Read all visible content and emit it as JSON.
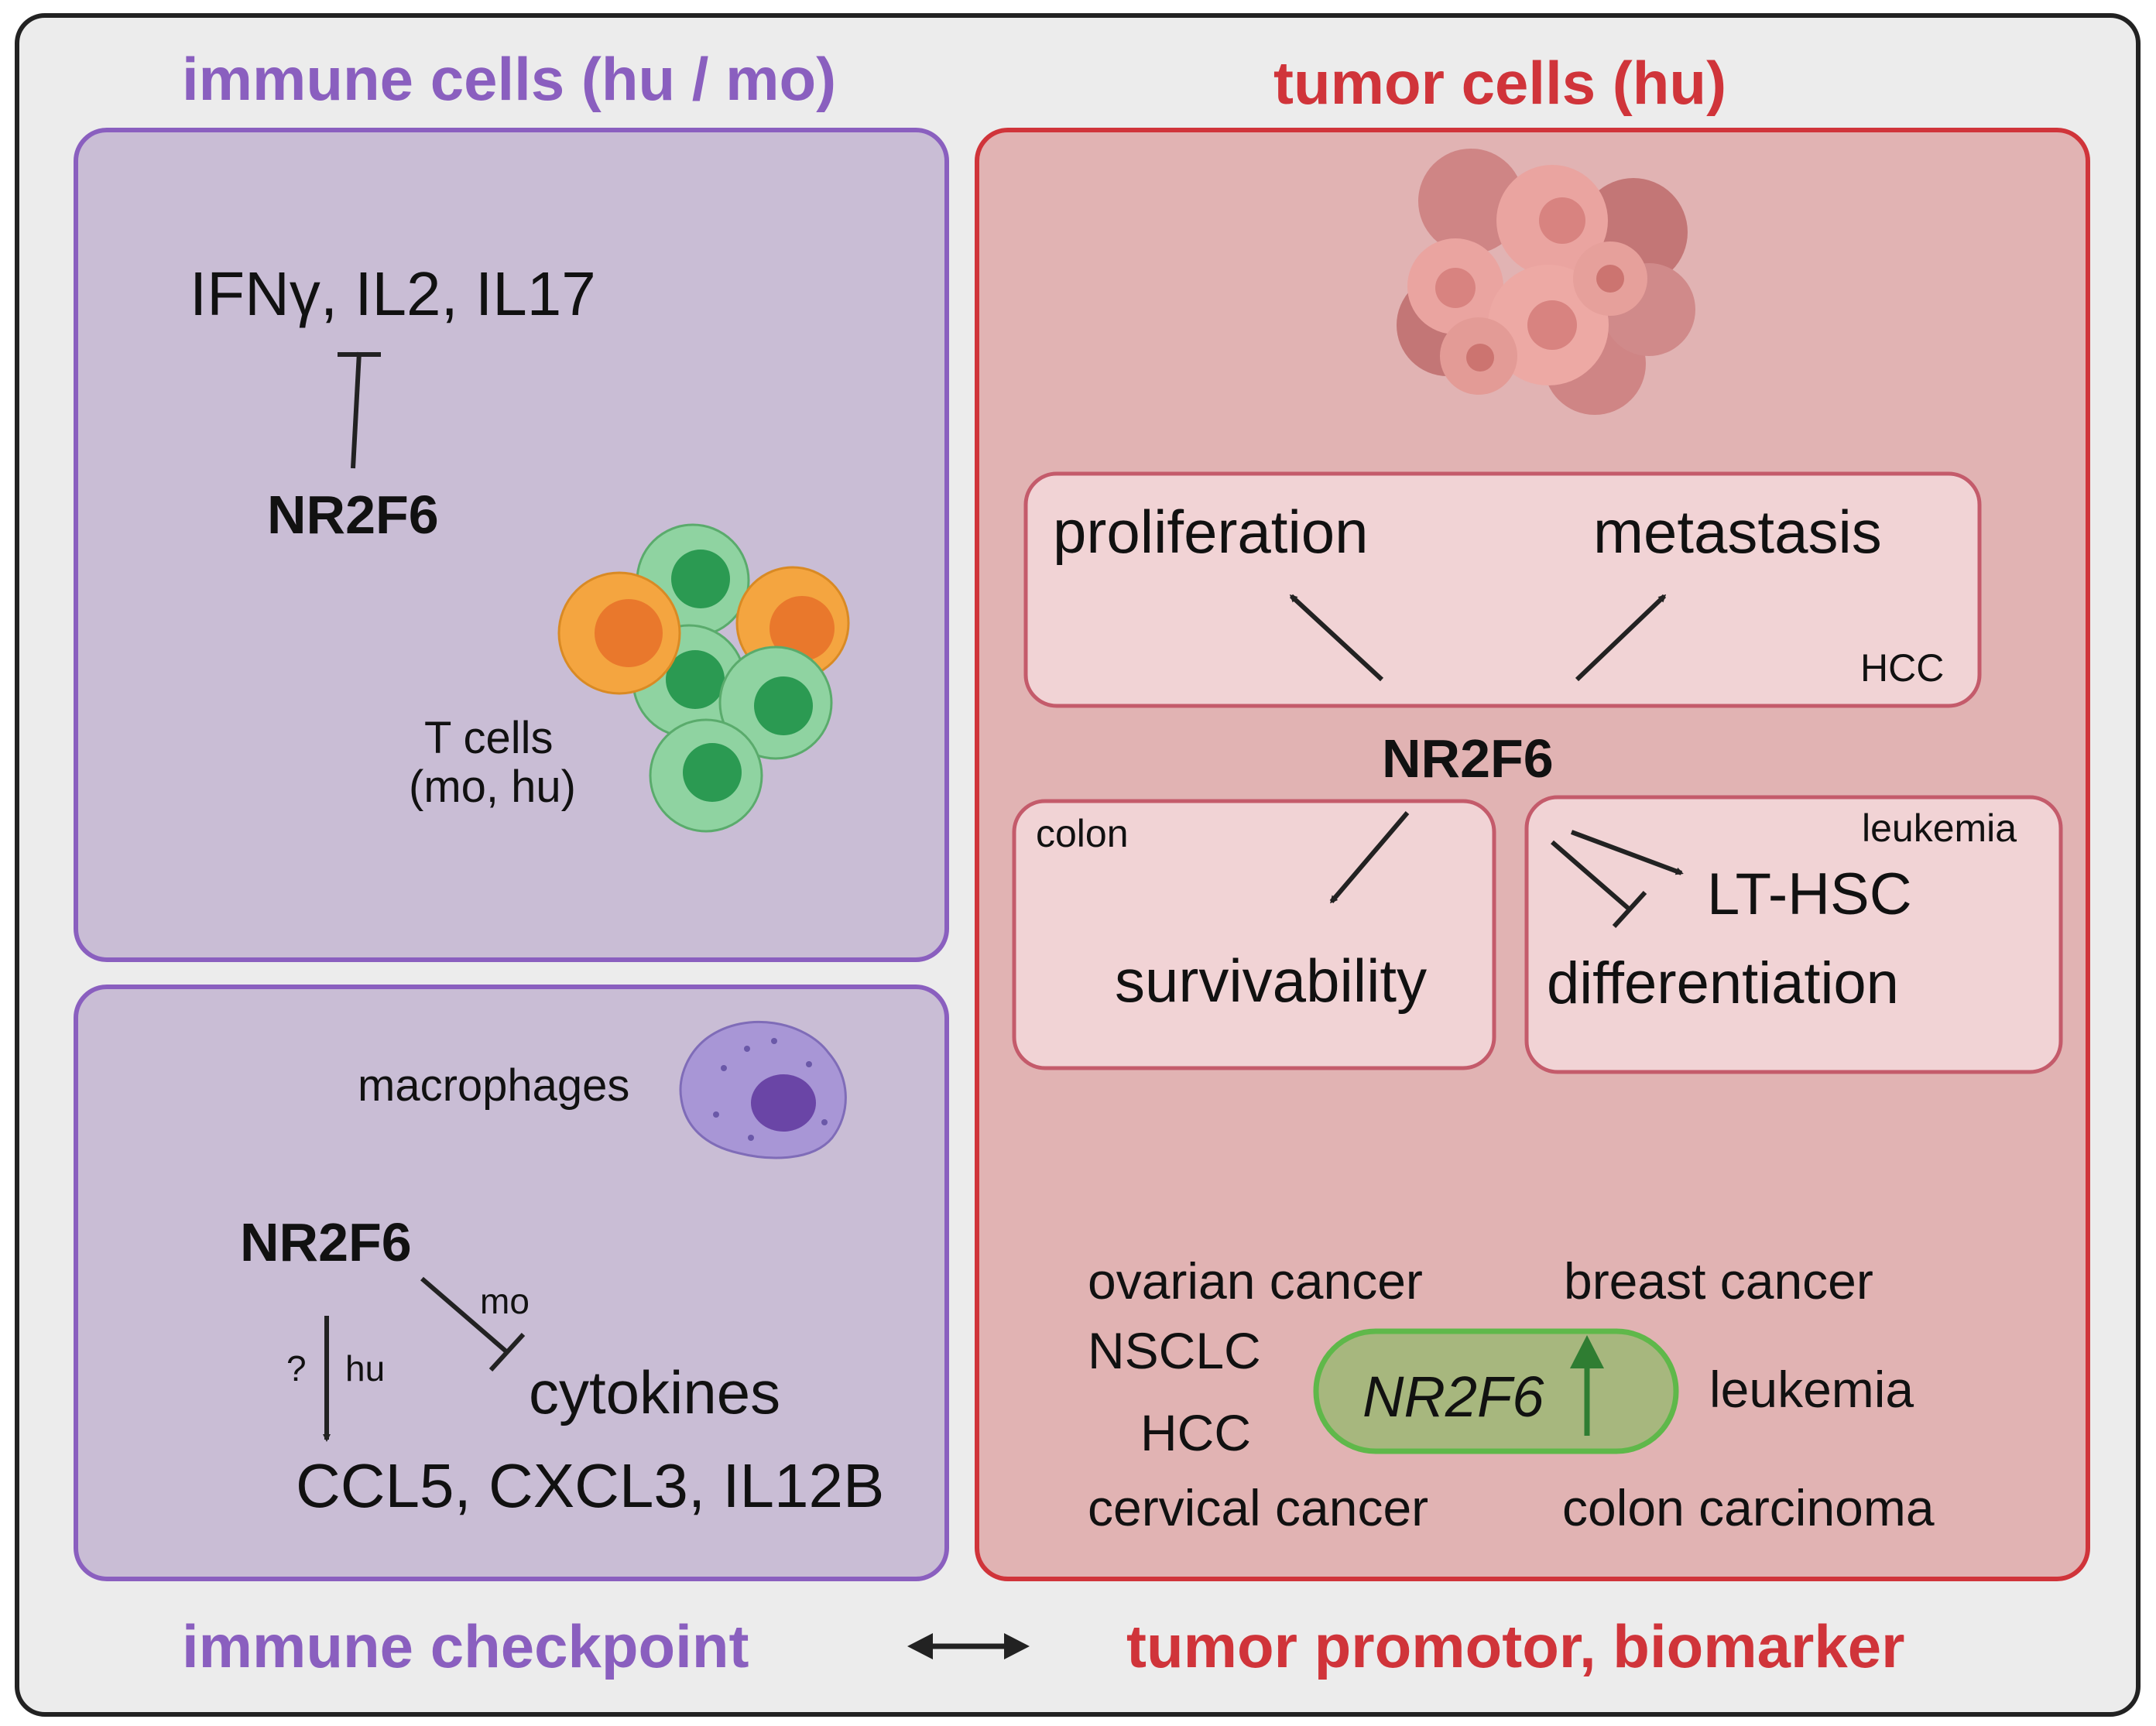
{
  "colors": {
    "frame_bg": "#ececec",
    "frame_border": "#222222",
    "immune_accent": "#8a5fbf",
    "immune_fill": "#c9bdd5",
    "tumor_accent": "#d0343a",
    "tumor_fill": "#e1b3b3",
    "subbox_fill": "#f1d3d5",
    "subbox_border": "#c45b6b",
    "biomarker_fill": "#a7b77e",
    "biomarker_border": "#5fb84a",
    "up_arrow": "#2f7d32",
    "tcell_green": "#8fd3a1",
    "tcell_orange": "#f4a540",
    "macrophage": "#a896d6"
  },
  "immune": {
    "header": "immune cells (hu / mo)",
    "footer": "immune checkpoint",
    "tcell_panel": {
      "cytokines": "IFNγ, IL2, IL17",
      "gene": "NR2F6",
      "cells_line1": "T cells",
      "cells_line2": "(mo, hu)",
      "icon": "t-cell-cluster-icon"
    },
    "macrophage_panel": {
      "cells": "macrophages",
      "gene": "NR2F6",
      "mo_label": "mo",
      "q_label": "?",
      "hu_label": "hu",
      "cytokines": "cytokines",
      "chemokines": "CCL5, CXCL3, IL12B",
      "icon": "macrophage-icon"
    }
  },
  "tumor": {
    "header": "tumor cells (hu)",
    "footer": "tumor promotor, biomarker",
    "icon": "tumor-cell-cluster-icon",
    "hcc_box": {
      "left": "proliferation",
      "right": "metastasis",
      "tag": "HCC"
    },
    "gene": "NR2F6",
    "colon_box": {
      "tag": "colon",
      "label": "survivability"
    },
    "leukemia_box": {
      "tag": "leukemia",
      "top": "LT-HSC",
      "bottom": "differentiation"
    },
    "biomarker": {
      "gene": "NR2F6",
      "left": [
        "ovarian cancer",
        "NSCLC",
        "HCC",
        "cervical cancer"
      ],
      "right": [
        "breast cancer",
        "leukemia",
        "colon carcinoma"
      ]
    }
  }
}
